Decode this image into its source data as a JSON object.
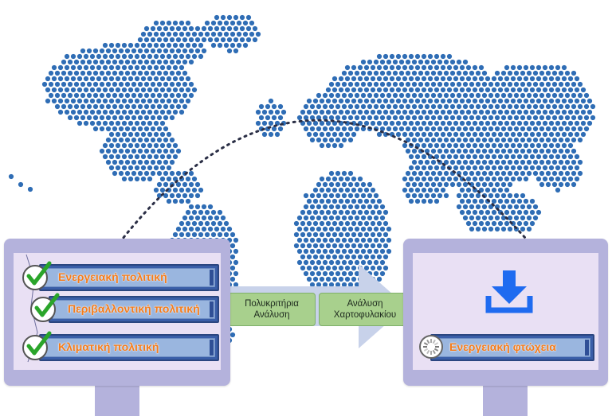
{
  "left_panel": {
    "items": [
      {
        "label": "Ενεργειακή πολιτική",
        "checked": true
      },
      {
        "label": "Περιβαλλοντική πολιτική",
        "checked": true
      },
      {
        "label": "Κλιματική πολιτική",
        "checked": true
      }
    ]
  },
  "process_steps": [
    {
      "label_line1": "Πολυκριτήρια",
      "label_line2": "Ανάλυση"
    },
    {
      "label_line1": "Ανάλυση",
      "label_line2": "Χαρτοφυλακίου"
    }
  ],
  "right_panel": {
    "output_label": "Ενεργειακή φτώχεια",
    "icon": "download-icon"
  },
  "colors": {
    "map_dots": "#2f6db5",
    "monitor": "#b4b2dc",
    "screen": "#e9e0f4",
    "bar": "#3a5ea8",
    "label_text": "#f47c1c",
    "step_box": "#a8d08d",
    "arrow": "#c8d2ea",
    "checkmark": "#2aa52a",
    "download_icon": "#1f6bf0"
  }
}
